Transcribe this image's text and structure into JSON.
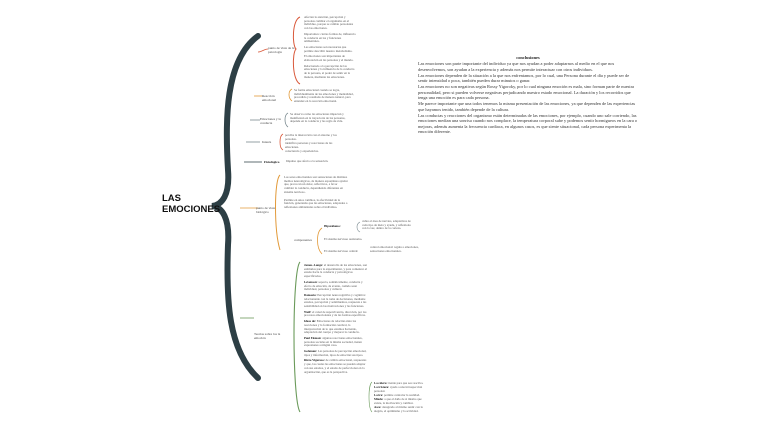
{
  "title": "LAS EMOCIONES",
  "colors": {
    "main_bracket": "#2d3f45",
    "accent_red": "#d9583a",
    "accent_orange": "#e29a3a",
    "accent_green": "#6a9a5a",
    "accent_gray": "#7a8a90"
  },
  "branches": {
    "b1": {
      "label": "punto de vista de la psicología",
      "items": [
        "Afectan la atención, percepción y personas cambiar el organismo en el individuo, porque se cambio personales con las emociones.",
        "Importantes: ciertas formas de, influencia la conducta en las y funciones ambientales.",
        "Las emociones son necesarias que permite describir nuestro metabolismo.",
        "El emociones son importantes de elaboración en las personas y el mundo.",
        "Relacionado a la percepción de las emociones y la influencia de la conducta de la persona, al poder de sentir en la manera, mediante las emociones."
      ]
    },
    "b2": {
      "label": "Reacción emocional",
      "text": "Se forma emocional cuando se logra, individualmente de las emociones y mentalidad, procedido y resultado de manera natural, para entender en la reacción emocional."
    },
    "b3": {
      "label": "Emociones y la conducta",
      "text": "Se observa como las emociones impactan y manifiestan en la trayectoria de las personas, depende en la conducta y las regla de vida."
    },
    "b4": {
      "label": "Interés",
      "items": [
        "percibe la interacción con el entorno y los personas.",
        "identifica personas y reacciones de las emociones.",
        "consciencia y experiencias."
      ]
    },
    "b5": {
      "label": "Fisiológico",
      "text": "Impulso que afecta a la sensación."
    },
    "b6": {
      "label": "punto de vista biológico",
      "items": [
        "Los seres emocionales son sensaciones de distintos medios neurológicos, de manera espontánea ayudar que, provocan un dolor, reflectivos, a favor cambiar la conducta, dependiendo diferentes en sistema nervioso.",
        "Permite en unos cambios, la efectividad de la función, generando que las emociones, adaptados a reflexiones ambientales sobre el individuo."
      ],
      "sub_label": "componentes",
      "sub": [
        {
          "title": "Hipotálamo:",
          "text": "cubre el área de nervios, adaptativos de cada tipo de meta y ayuda, y reflexiona con la vez, dentro de la corteza."
        },
        {
          "title": "",
          "text": "El sistema nervioso autónomo."
        },
        {
          "title": "",
          "text": "El sistema nervioso central:",
          "extra": "control emocional: regula a emociones, sensaciones emocionales."
        }
      ]
    },
    "b7": {
      "label": "Teorías sobre los la emoción",
      "items": [
        {
          "title": "James–Lange:",
          "text": "el desarrollo de las emociones, son estímulos para la experimentar, y para comenzar el estado hacia la conducta y psicológicos especificados."
        },
        {
          "title": "Levenson:",
          "text": "soporta, somáticamente, conducta y efecto de emoción, de evento, cuándo sean individual, personas y cultural."
        },
        {
          "title": "Damasio:",
          "text": "Percepción neurocognitiva y cognitiva: relacionando con la toma de decisiones, mediante estados, percepción y sentimientos, respuesta a las sensibilidad en las motivaciones y las funciones."
        },
        {
          "title": "Wolf:",
          "text": "el canal de supervivencia, dirección, por los procesos emocionales y de las formas específicas."
        },
        {
          "title": "Ideas de:",
          "text": "Emociones de relación entre las reacciones y la formación cerebral, la interpretación de lo que estamos haciendo, adaptación del cuerpo y mejorar la conducta."
        },
        {
          "title": "Paul Ekman:",
          "text": "algunas reacciones emocionales, personas sociales en la misma sociedad, tienen expresiones a ningún caso."
        },
        {
          "title": "Goleman:",
          "text": "Las personas de percepción emocional, tipos y información, tipos de emoción sus tipos."
        },
        {
          "title": "Rizzo Vigoroso:",
          "text": "de cambio emocional, respuestas y que, las cuales las emociones se pueden adaptar con sus estados, y el estado de perfeccionar en la organización, que es la perspectiva."
        }
      ],
      "sub": [
        {
          "title": "La cólera:",
          "text": "tiende para que sea reactiva."
        },
        {
          "title": "La tristeza:",
          "text": "ayuda a una introspección personal."
        },
        {
          "title": "La ira:",
          "text": "permite controlar la realidad."
        },
        {
          "title": "Miedo:",
          "text": "a que el daño de sí mismo que existe, la motivación y cambiar."
        },
        {
          "title": "Asco:",
          "text": "desagrado al mismo sentir con la alegría, el optimismo y la actividad."
        }
      ]
    }
  },
  "note": {
    "heading": "conclusiones",
    "paragraphs": [
      "Las emociones son parte importante del individuo ya que nos ayudan a poder adaptarnos al medio en el que nos desenvolvemos, son ayudan a la experiencia y además nos permite interactuar con otros individuos.",
      "Las emociones dependen de la situación a la que nos enfrentamos, por lo cual, una Persona durante el día y puede ser de sentir intensidad o poca, también pueden durar minutos o ganar.",
      "Las emociones no son negativas según Rossy Yigoroky, por lo cual ninguna emoción es mala, sino forman parte de nuestra personalidad, pero si pueden volverse negativas perjudicando nuestro estado emocional. La duración y los recorridos que tenga una emoción es para cada persona.",
      "Me parece importante que una todos tenemos la misma presentación de las emociones, ya que dependen de las experiencias que hayamos tenido, también depende de la cultura.",
      "Las conductas y reacciones del organismo están determinadas de las emociones, por ejemplo, cuando uno sale corriendo, las emociones median una sonrisa cuando nos complace, la temperatura corporal sube y podemos sentir hormigueos en la cara o mejoras, además aumenta la frecuencia cardiaca, en algunos casos, es que siente situacional, cada persona experimenta la emoción diferente."
    ]
  }
}
